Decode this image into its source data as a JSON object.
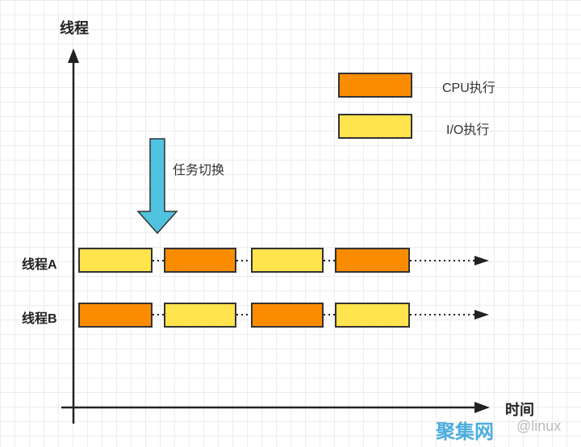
{
  "axes": {
    "y_title": "线程",
    "x_title": "时间"
  },
  "legend": [
    {
      "label": "CPU执行",
      "color": "#fb8c00"
    },
    {
      "label": "I/O执行",
      "color": "#ffe44d"
    }
  ],
  "annotation": {
    "text": "任务切换",
    "arrow_color": "#4fc3e0"
  },
  "rows": [
    {
      "label": "线程A",
      "segments": [
        "io",
        "cpu",
        "io",
        "cpu"
      ]
    },
    {
      "label": "线程B",
      "segments": [
        "cpu",
        "io",
        "cpu",
        "io"
      ]
    }
  ],
  "colors": {
    "cpu": "#fb8c00",
    "io": "#ffe44d",
    "axis": "#222222",
    "border": "#333333"
  },
  "watermark": {
    "text": "聚集网",
    "sub": "@linux"
  }
}
